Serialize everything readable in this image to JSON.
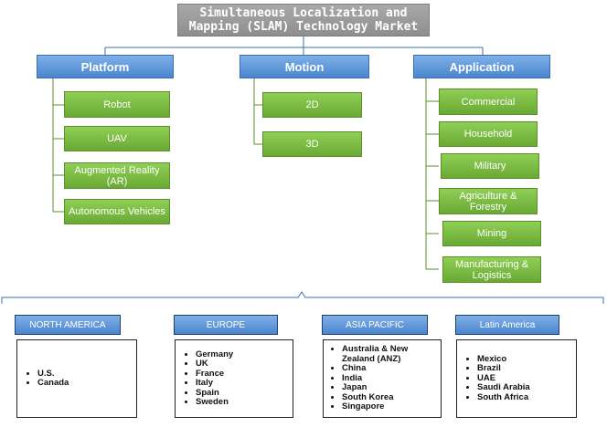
{
  "title": {
    "line1": "Simultaneous Localization and",
    "line2": "Mapping (SLAM) Technology Market"
  },
  "platform": {
    "label": "Platform",
    "items": [
      "Robot",
      "UAV",
      "Augmented Reality (AR)",
      "Autonomous Vehicles"
    ]
  },
  "motion": {
    "label": "Motion",
    "items": [
      "2D",
      "3D"
    ]
  },
  "application": {
    "label": "Application",
    "items": [
      "Commercial",
      "Household",
      "Military",
      "Agriculture & Forestry",
      "Mining",
      "Manufacturing & Logistics"
    ]
  },
  "regions": [
    {
      "label": "NORTH AMERICA",
      "countries": [
        "U.S.",
        "Canada"
      ]
    },
    {
      "label": "EUROPE",
      "countries": [
        "Germany",
        "UK",
        "France",
        "Italy",
        "Spain",
        "Sweden"
      ]
    },
    {
      "label": "ASIA PACIFIC",
      "countries": [
        "Australia & New Zealand (ANZ)",
        "China",
        "India",
        "Japan",
        "South Korea",
        "Singapore"
      ]
    },
    {
      "label": "Latin America",
      "countries": [
        "Mexico",
        "Brazil",
        "UAE",
        "Saudi Arabia",
        "South Africa"
      ]
    }
  ],
  "colors": {
    "category": "#4a85cf",
    "leaf": "#6aa934",
    "root": "#8e8e8e"
  }
}
